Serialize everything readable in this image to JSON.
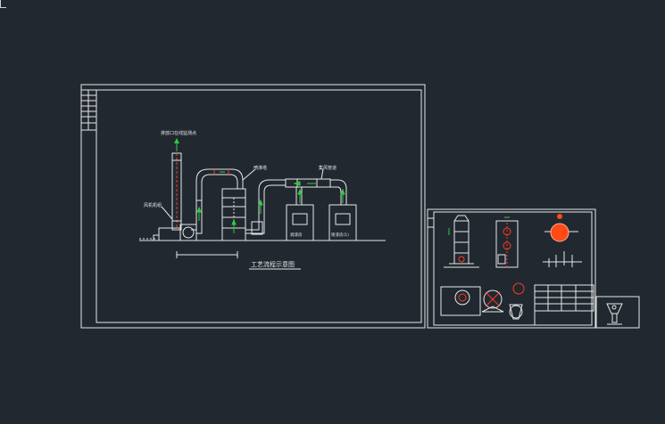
{
  "drawing": {
    "title": "工艺流程示意图",
    "labels": {
      "stack": "排放口在线监测点",
      "fan": "风机机组",
      "scrubber": "喷淋塔",
      "pipe": "集风管道",
      "booth1": "调漆房",
      "booth2": "喷漆房(1)"
    }
  },
  "colors": {
    "background": "#212830",
    "lines": "#e8e8e8",
    "flow_arrows": "#2ecc40",
    "accent": "#ff3b1f",
    "tank_fill": "#ff4a14"
  }
}
